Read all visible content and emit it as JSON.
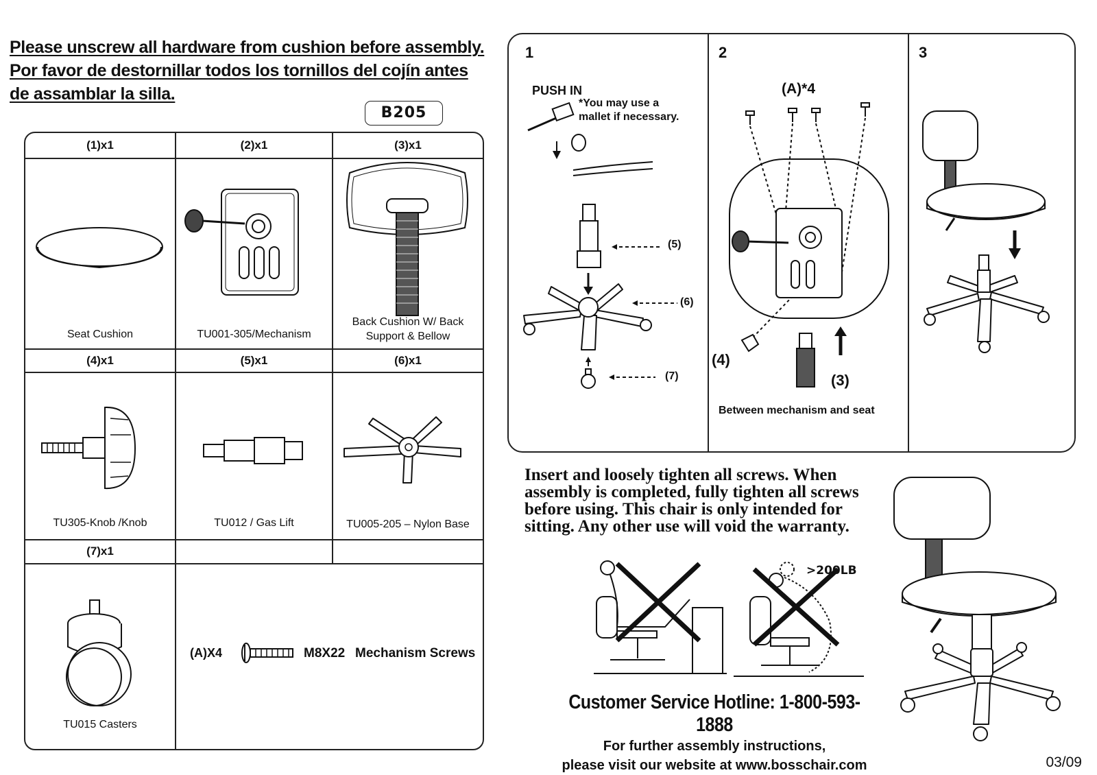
{
  "header_warning": {
    "line1": "Please unscrew all hardware from cushion before assembly.",
    "line2": "Por favor de destornillar todos los tornillos del cojín antes",
    "line3": "de assamblar la silla."
  },
  "model": "B205",
  "parts": [
    {
      "qty": "(1)x1",
      "label": "Seat Cushion"
    },
    {
      "qty": "(2)x1",
      "label": "TU001-305/Mechanism"
    },
    {
      "qty": "(3)x1",
      "label_line1": "Back Cushion W/ Back",
      "label_line2": "Support & Bellow"
    },
    {
      "qty": "(4)x1",
      "label": "TU305-Knob /Knob"
    },
    {
      "qty": "(5)x1",
      "label": "TU012 / Gas Lift"
    },
    {
      "qty": "(6)x1",
      "label": "TU005-205 – Nylon Base"
    },
    {
      "qty": "(7)x1",
      "label": "TU015 Casters"
    }
  ],
  "screws": {
    "qty": "(A)X4",
    "size": "M8X22",
    "name": "Mechanism Screws"
  },
  "steps": {
    "step1": {
      "number": "1",
      "push_in": "PUSH IN",
      "mallet_line1": "*You may use a",
      "mallet_line2": "mallet if necessary.",
      "callout5": "(5)",
      "callout6": "(6)",
      "callout7": "(7)"
    },
    "step2": {
      "number": "2",
      "screws": "(A)*4",
      "callout4": "(4)",
      "callout3": "(3)",
      "note": "Between mechanism and seat"
    },
    "step3": {
      "number": "3"
    }
  },
  "notice": "Insert and loosely tighten all screws. When assembly is completed, fully tighten all screws before using. This chair is only intended for sitting. Any other use will void the warranty.",
  "weight_limit": ">200LB",
  "hotline": {
    "line1": "Customer Service Hotline: 1-800-593-1888",
    "line2": "For further assembly instructions,",
    "line3": "please visit our website at www.bosschair.com"
  },
  "date": "03/09",
  "colors": {
    "ink": "#111111",
    "paper": "#ffffff"
  }
}
